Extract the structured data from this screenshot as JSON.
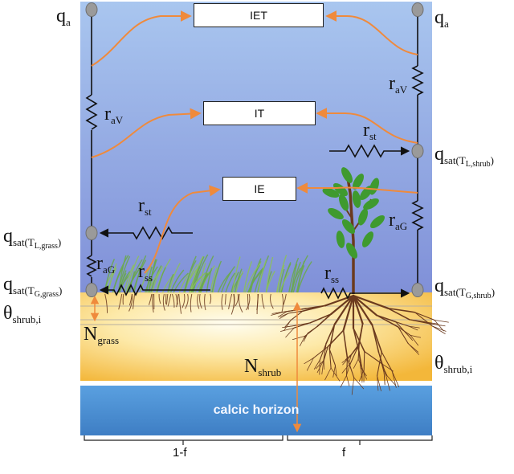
{
  "boxes": {
    "iet": "IET",
    "it": "IT",
    "ie": "IE"
  },
  "layers": {
    "calcic": "calcic horizon"
  },
  "labels": {
    "qa_left": {
      "main": "q",
      "sub": "a"
    },
    "qa_right": {
      "main": "q",
      "sub": "a"
    },
    "rav_left": {
      "main": "r",
      "sub": "aV"
    },
    "rav_right": {
      "main": "r",
      "sub": "aV"
    },
    "rst_right": {
      "main": "r",
      "sub": "st"
    },
    "rst_left": {
      "main": "r",
      "sub": "st"
    },
    "qsat_l_shrub": {
      "main": "q",
      "sub": "sat",
      "paren": "(T",
      "inner": "L,shrub",
      "close": ")"
    },
    "qsat_l_grass": {
      "main": "q",
      "sub": "sat",
      "paren": "(T",
      "inner": "L,grass",
      "close": ")"
    },
    "qsat_g_grass": {
      "main": "q",
      "sub": "sat",
      "paren": "(T",
      "inner": "G,grass",
      "close": ")"
    },
    "qsat_g_shrub": {
      "main": "q",
      "sub": "sat",
      "paren": "(T",
      "inner": "G,shrub",
      "close": ")"
    },
    "rag_left": {
      "main": "r",
      "sub": "aG"
    },
    "rag_right": {
      "main": "r",
      "sub": "aG"
    },
    "rss_left": {
      "main": "r",
      "sub": "ss"
    },
    "rss_right": {
      "main": "r",
      "sub": "ss"
    },
    "theta_left": {
      "main": "θ",
      "sub": "shrub,i"
    },
    "theta_right": {
      "main": "θ",
      "sub": "shrub,i"
    },
    "n_grass": {
      "main": "N",
      "sub": "grass"
    },
    "n_shrub": {
      "main": "N",
      "sub": "shrub"
    }
  },
  "fractions": {
    "grass": "1-f",
    "shrub": "f"
  },
  "colors": {
    "sky_top": "#a9c6ef",
    "sky_bottom": "#8090d8",
    "soil_edge": "#f3b73a",
    "soil_center": "#fffdf0",
    "calcic": "#4a8fd4",
    "flux_arrow": "#ef8a3c",
    "node": "#9a9a9a",
    "grass": "#6aa84f",
    "leaf": "#3f9a2f",
    "root": "#6b3a1e"
  }
}
